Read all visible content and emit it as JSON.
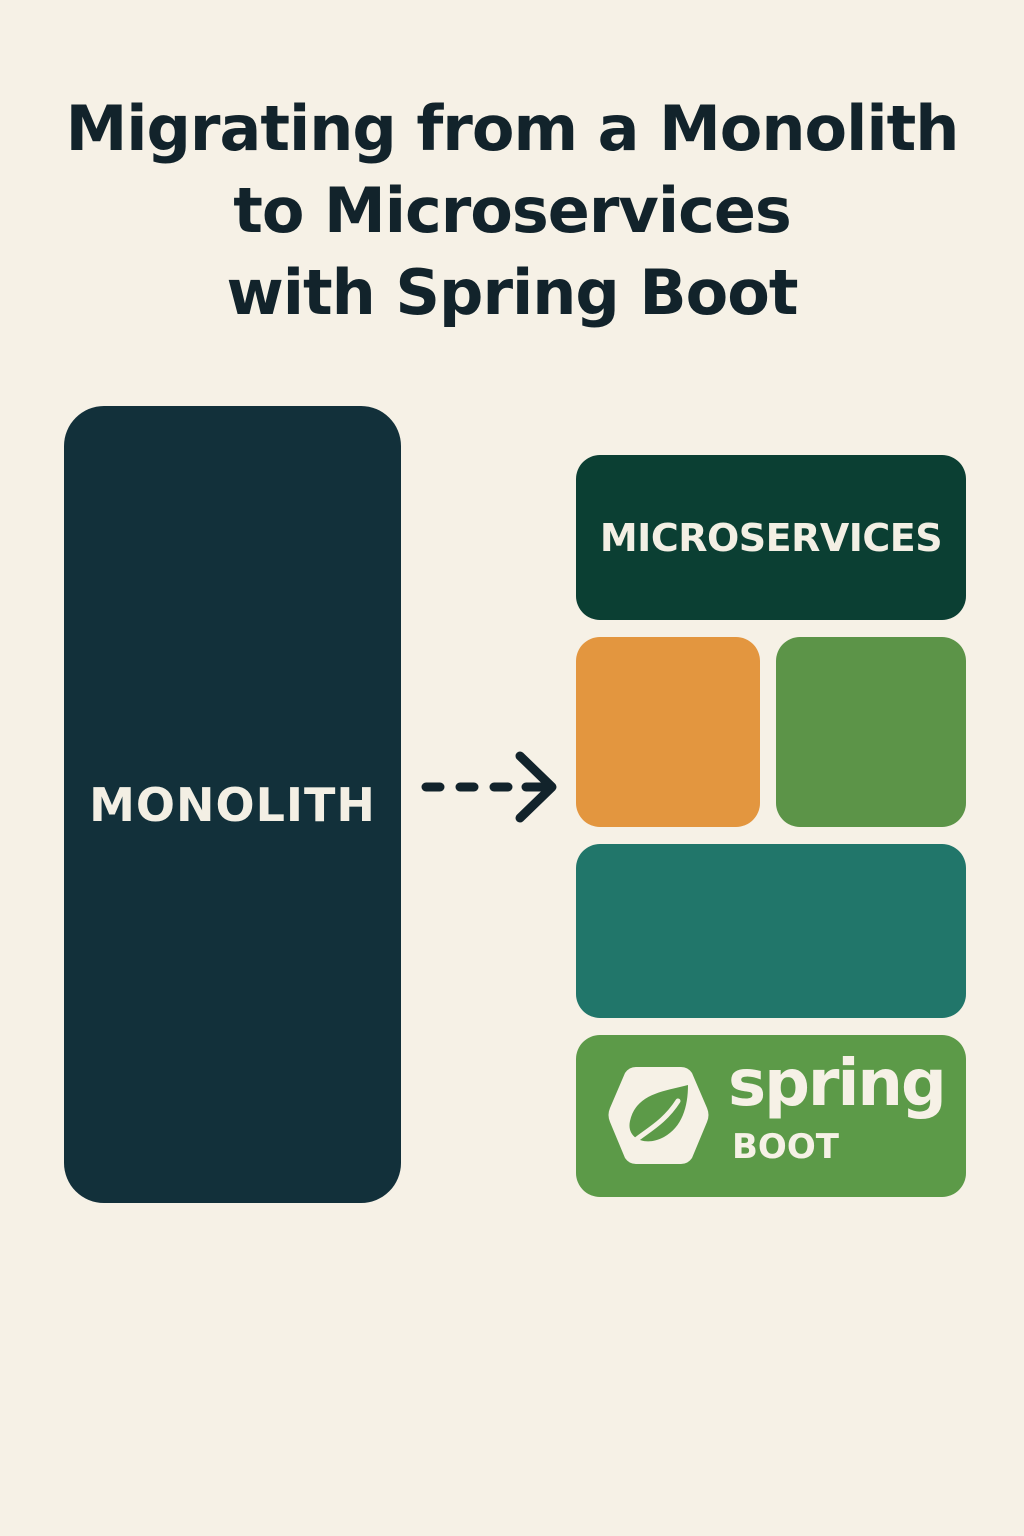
{
  "title": {
    "lines": [
      "Migrating from a Monolith",
      "to Microservices",
      "with Spring Boot"
    ]
  },
  "monolith": {
    "label": "MONOLITH",
    "color": "#12303a"
  },
  "microservices": {
    "label": "MICROSERVICES",
    "color": "#0b3f33"
  },
  "blocks": {
    "orange": "#e3963f",
    "green": "#5c9448",
    "teal": "#21766a"
  },
  "spring_boot": {
    "logo_text": "spring",
    "sub_text": "BOOT",
    "color": "#5c9a48",
    "icon": "leaf-hexagon-icon"
  },
  "arrow": {
    "icon": "dashed-arrow-right-icon"
  }
}
